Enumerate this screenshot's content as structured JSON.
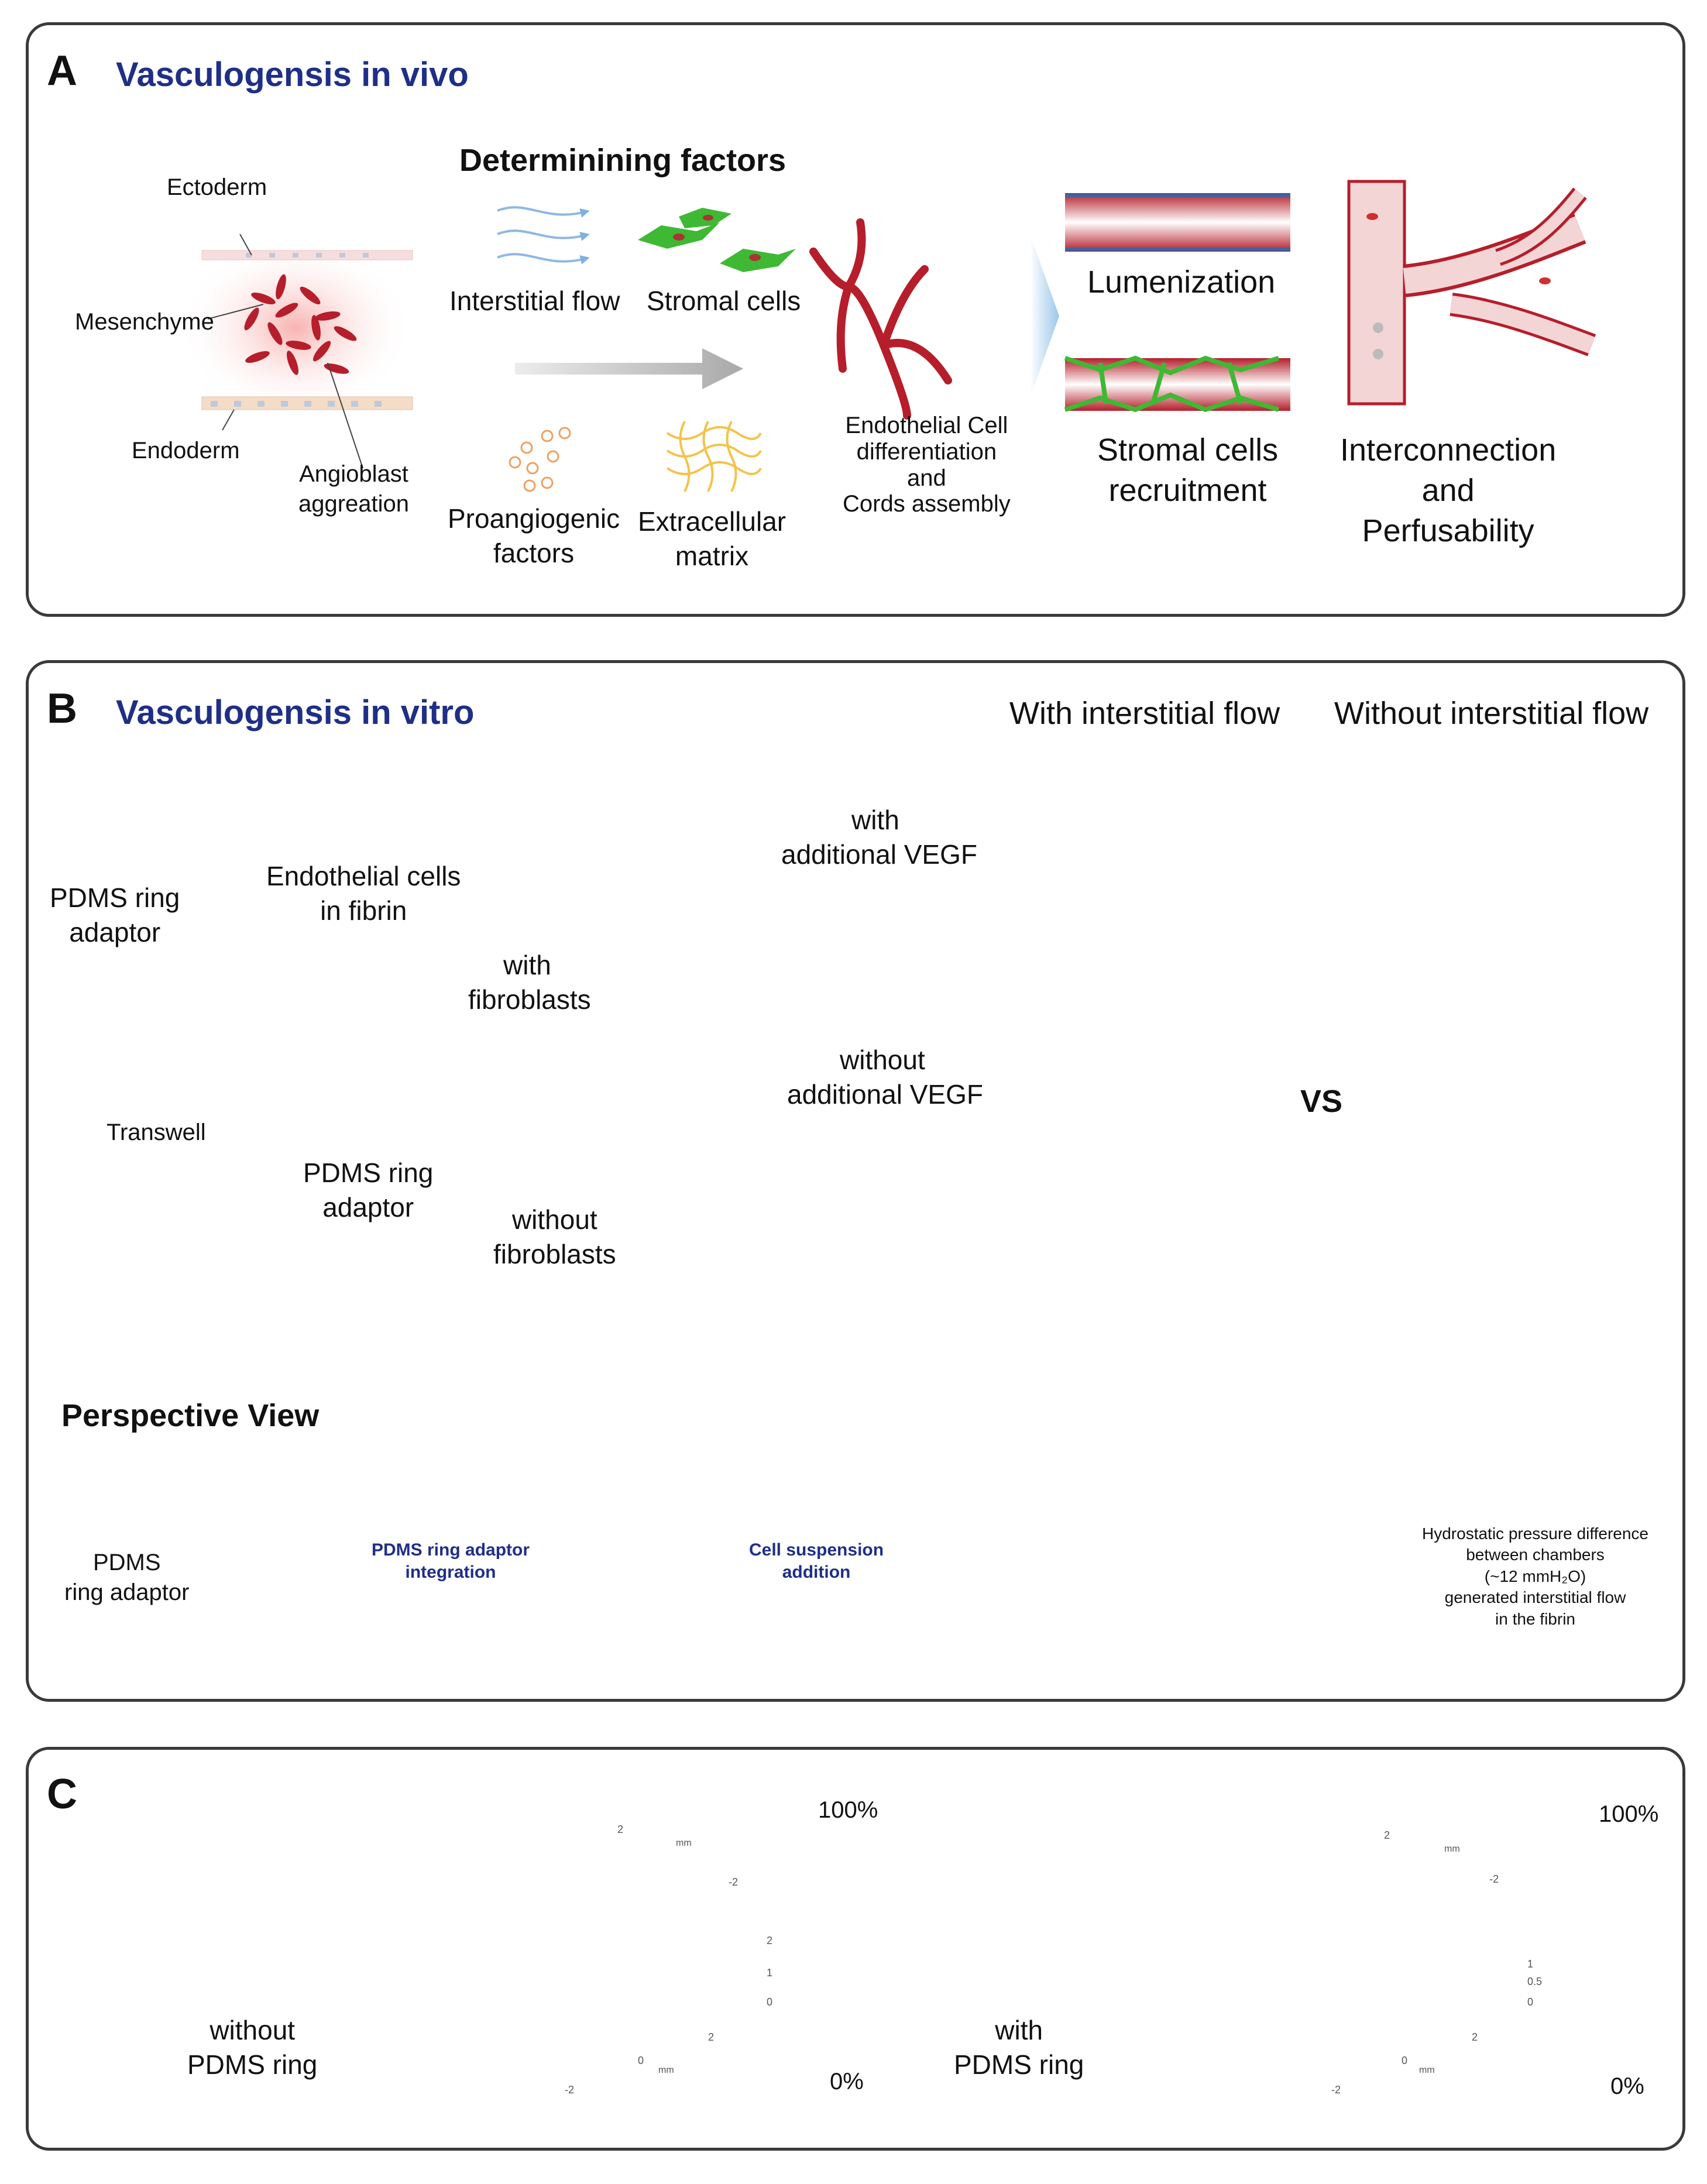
{
  "colors": {
    "title_blue": "#1f2f86",
    "vessel_red": "#b51e2a",
    "stromal_green": "#3fb833",
    "medium_blue": "#bcdcf1",
    "fibrin_pink": "#f8c9c6",
    "frame_gray": "#3a3a3a"
  },
  "panel_a": {
    "letter": "A",
    "title": "Vasculogensis in vivo",
    "determining_title": "Determinining factors",
    "ectoderm": "Ectoderm",
    "mesenchyme": "Mesenchyme",
    "endoderm": "Endoderm",
    "angioblast": [
      "Angioblast",
      "aggreation"
    ],
    "interstitial_flow": "Interstitial flow",
    "stromal_cells": "Stromal cells",
    "proangiogenic": [
      "Proangiogenic",
      "factors"
    ],
    "ecm": [
      "Extracellular",
      "matrix"
    ],
    "ec_differentiation": [
      "Endothelial Cell",
      "differentiation",
      "and",
      "Cords assembly"
    ],
    "lumenization": "Lumenization",
    "stromal_recruitment": [
      "Stromal cells",
      "recruitment"
    ],
    "interconnection": [
      "Interconnection",
      "and",
      "Perfusability"
    ]
  },
  "panel_b": {
    "letter": "B",
    "title": "Vasculogensis in vitro",
    "pdms_adaptor_1": [
      "PDMS ring",
      "adaptor"
    ],
    "transwell": "Transwell",
    "ec_in_fibrin": [
      "Endothelial cells",
      "in fibrin"
    ],
    "pdms_adaptor_2": [
      "PDMS ring",
      "adaptor"
    ],
    "with_fibroblasts": [
      "with",
      "fibroblasts"
    ],
    "without_fibroblasts": [
      "without",
      "fibroblasts"
    ],
    "with_vegf": [
      "with",
      "additional VEGF"
    ],
    "without_vegf": [
      "without",
      "additional VEGF"
    ],
    "with_flow": "With interstitial flow",
    "without_flow": "Without interstitial flow",
    "vs": "VS",
    "perspective_title": "Perspective View",
    "pdms_adaptor_3": [
      "PDMS",
      "ring adaptor"
    ],
    "integration": [
      "PDMS ring adaptor",
      "integration"
    ],
    "suspension": [
      "Cell suspension",
      "addition"
    ],
    "hydrostatic": [
      "Hydrostatic pressure difference",
      "between chambers",
      "(~12 mmH₂O)",
      "generated interstitial flow",
      "in the fibrin"
    ]
  },
  "panel_c": {
    "letter": "C",
    "without_ring": [
      "without",
      "PDMS ring"
    ],
    "with_ring": [
      "with",
      "PDMS ring"
    ],
    "colorbar_max": "100%",
    "colorbar_min": "0%",
    "axis_unit": "mm",
    "ticks_left": [
      "2",
      "-2",
      "2",
      "1",
      "0",
      "2",
      "0",
      "-2"
    ],
    "ticks_right": [
      "2",
      "-2",
      "1",
      "0.5",
      "0",
      "2",
      "0",
      "-2"
    ]
  }
}
